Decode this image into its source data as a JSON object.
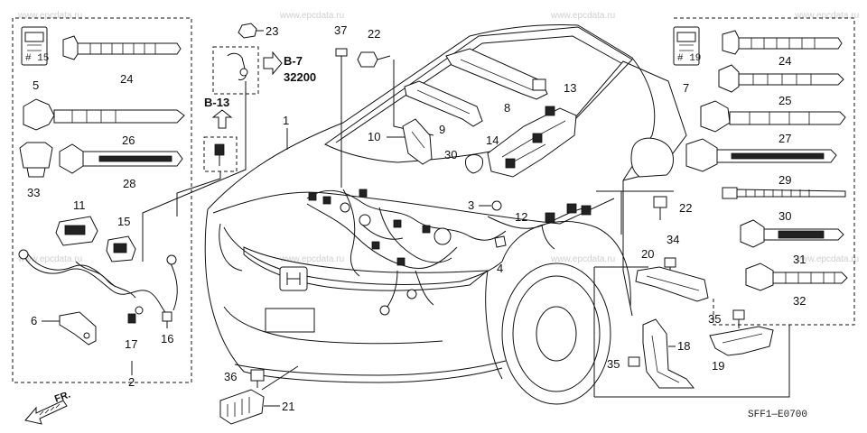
{
  "watermark": "www.epcdata.ru",
  "diagram_code": "SFF1—E0700",
  "front_label": "FR.",
  "refs": {
    "b7": "B-7",
    "b7_num": "32200",
    "b13": "B-13"
  },
  "small_labels": {
    "p5_tag": "# 15",
    "p7_tag": "# 19"
  },
  "callouts": {
    "c1": "1",
    "c2": "2",
    "c3": "3",
    "c4": "4",
    "c5": "5",
    "c6": "6",
    "c7": "7",
    "c8": "8",
    "c9": "9",
    "c10": "10",
    "c11": "11",
    "c12": "12",
    "c13": "13",
    "c14": "14",
    "c15": "15",
    "c16": "16",
    "c17": "17",
    "c18": "18",
    "c19": "19",
    "c20": "20",
    "c21": "21",
    "c22a": "22",
    "c22b": "22",
    "c23": "23",
    "c24a": "24",
    "c24b": "24",
    "c25": "25",
    "c26": "26",
    "c27": "27",
    "c28": "28",
    "c29": "29",
    "c30a": "30",
    "c30b": "30",
    "c31": "31",
    "c32": "32",
    "c33": "33",
    "c34": "34",
    "c35a": "35",
    "c35b": "35",
    "c36": "36",
    "c37": "37"
  }
}
